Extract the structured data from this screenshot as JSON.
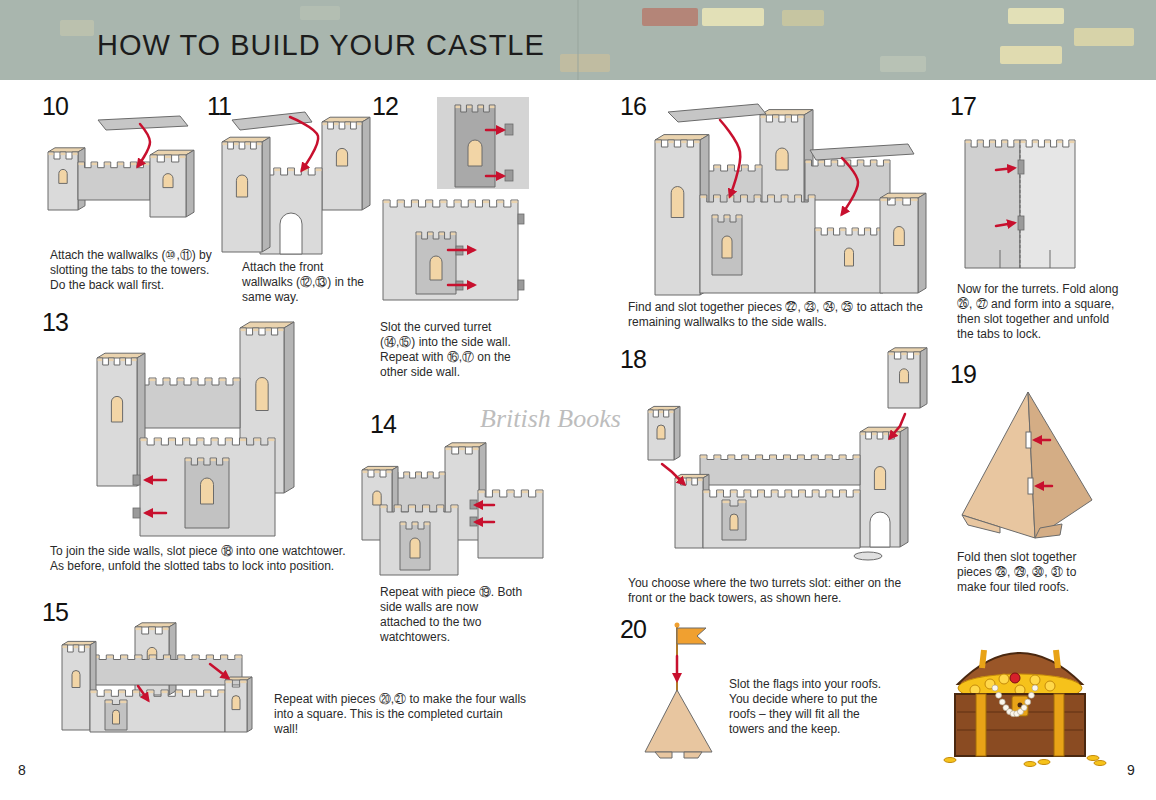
{
  "diagram": {
    "title": "HOW TO BUILD YOUR CASTLE",
    "labels": [
      "10",
      "Attach the wallwalks (⑩,⑪) by slotting the tabs to the towers. Do the back wall first.",
      "11",
      "Attach the front wallwalks (⑫,⑬) in the same way.",
      "12",
      "Slot the curved turret (⑭,⑮) into the side wall. Repeat with ⑯,⑰ on the other side wall.",
      "13",
      "To join the side walls, slot piece ⑱ into one watchtower. As before, unfold the slotted tabs to lock into position.",
      "14",
      "Repeat with piece ⑲. Both side walls are now attached to the two watchtowers.",
      "15",
      "Repeat with pieces ⑳,㉑ to make the four walls into a square. This is the completed curtain wall!",
      "8",
      "16",
      "Find and slot together pieces ㉒, ㉓, ㉔, ㉕ to attach the remaining wallwalks to the side walls.",
      "17",
      "Now for the turrets. Fold along ㉖, ㉗ and form into a square, then slot together and unfold the tabs to lock.",
      "18",
      "You choose where the two turrets slot: either on the front or the back towers, as shown here.",
      "19",
      "Fold then slot together pieces ㉘, ㉙, ㉚, ㉛ to make four tiled roofs.",
      "20",
      "Slot the flags into your roofs. You decide where to put the roofs – they will fit all the towers and the keep.",
      "9",
      "British Books"
    ]
  }
}
